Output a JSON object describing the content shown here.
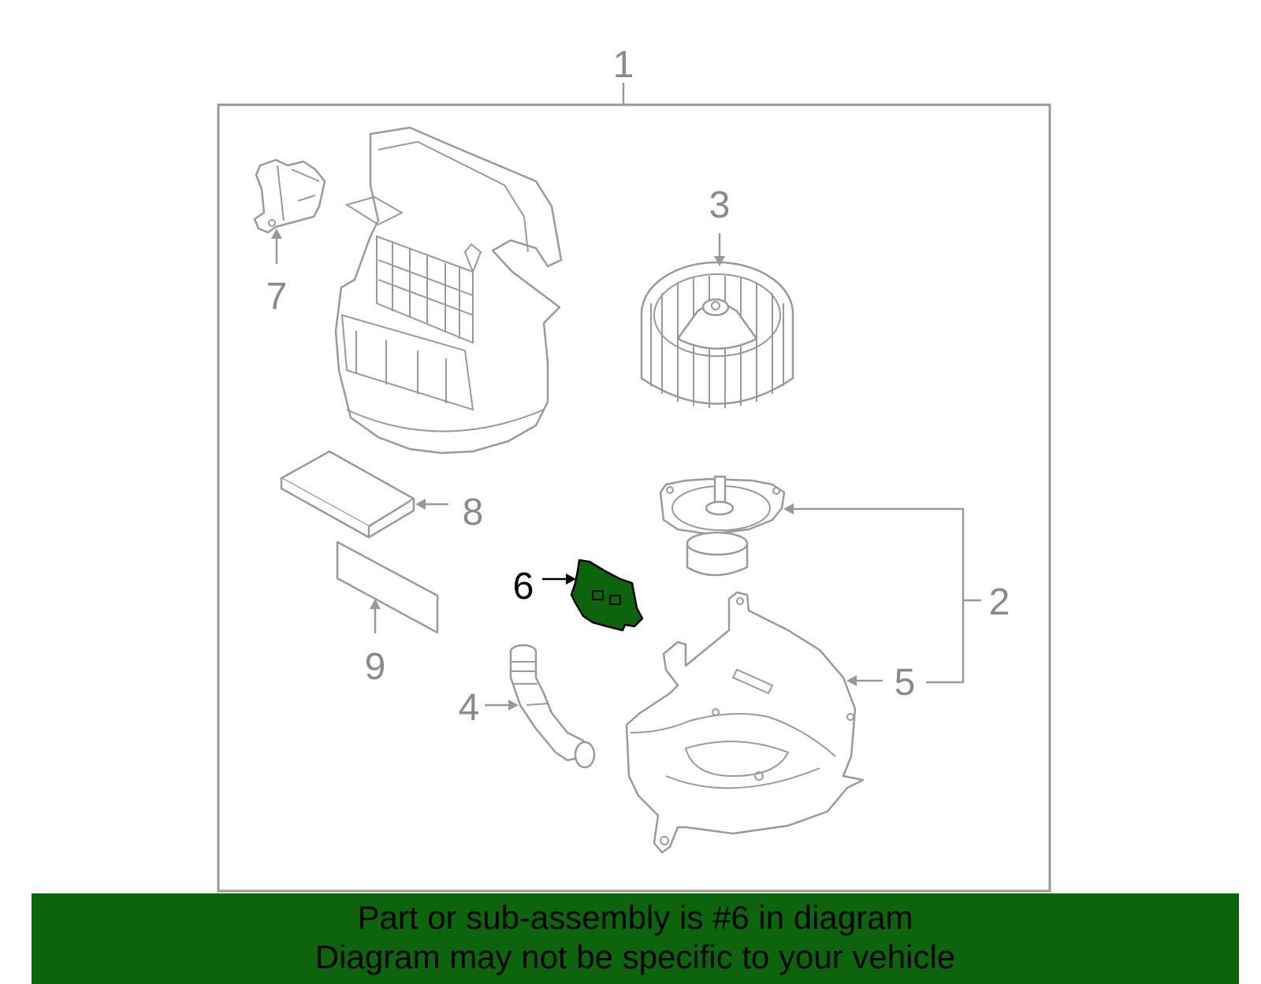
{
  "diagram": {
    "assembly_callout": "1",
    "callouts": [
      {
        "id": "2",
        "part": "blower-assembly-bracket"
      },
      {
        "id": "3",
        "part": "blower-wheel"
      },
      {
        "id": "4",
        "part": "hose"
      },
      {
        "id": "5",
        "part": "blower-case"
      },
      {
        "id": "6",
        "part": "resistor",
        "highlighted": true
      },
      {
        "id": "7",
        "part": "actuator"
      },
      {
        "id": "8",
        "part": "cabin-filter"
      },
      {
        "id": "9",
        "part": "filter-cover"
      }
    ],
    "highlight_color": "#0c650c"
  },
  "footer": {
    "line1": "Part or sub-assembly is #6 in diagram",
    "line2": "Diagram may not be specific to your vehicle"
  }
}
